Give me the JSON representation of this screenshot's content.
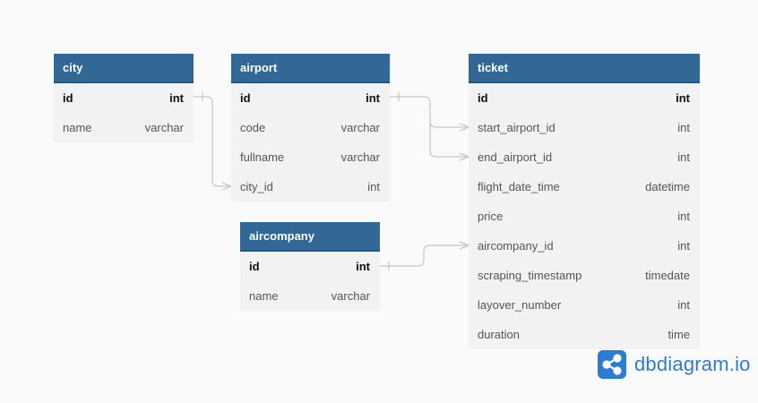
{
  "tables": {
    "city": {
      "title": "city",
      "fields": [
        {
          "name": "id",
          "type": "int"
        },
        {
          "name": "name",
          "type": "varchar"
        }
      ]
    },
    "airport": {
      "title": "airport",
      "fields": [
        {
          "name": "id",
          "type": "int"
        },
        {
          "name": "code",
          "type": "varchar"
        },
        {
          "name": "fullname",
          "type": "varchar"
        },
        {
          "name": "city_id",
          "type": "int"
        }
      ]
    },
    "aircompany": {
      "title": "aircompany",
      "fields": [
        {
          "name": "id",
          "type": "int"
        },
        {
          "name": "name",
          "type": "varchar"
        }
      ]
    },
    "ticket": {
      "title": "ticket",
      "fields": [
        {
          "name": "id",
          "type": "int"
        },
        {
          "name": "start_airport_id",
          "type": "int"
        },
        {
          "name": "end_airport_id",
          "type": "int"
        },
        {
          "name": "flight_date_time",
          "type": "datetime"
        },
        {
          "name": "price",
          "type": "int"
        },
        {
          "name": "aircompany_id",
          "type": "int"
        },
        {
          "name": "scraping_timestamp",
          "type": "timedate"
        },
        {
          "name": "layover_number",
          "type": "int"
        },
        {
          "name": "duration",
          "type": "time"
        }
      ]
    }
  },
  "relationships": [
    {
      "from": "city.id",
      "to": "airport.city_id"
    },
    {
      "from": "airport.id",
      "to": "ticket.start_airport_id"
    },
    {
      "from": "airport.id",
      "to": "ticket.end_airport_id"
    },
    {
      "from": "aircompany.id",
      "to": "ticket.aircompany_id"
    }
  ],
  "brand": {
    "name": "dbdiagram.io",
    "icon": "share-nodes-icon"
  },
  "colors": {
    "header": "#316896",
    "body": "#f2f2f2",
    "connector": "#c8c8c8",
    "brand": "#2b7cd3"
  }
}
